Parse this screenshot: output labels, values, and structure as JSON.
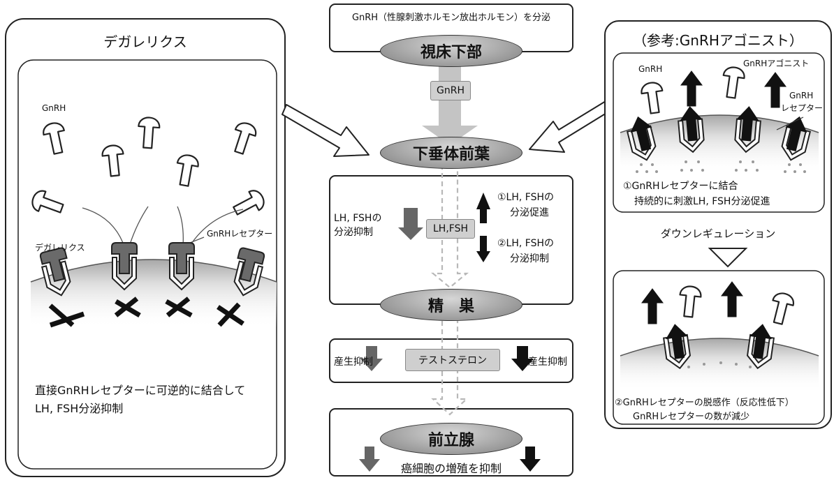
{
  "left_panel": {
    "title": "デガレリクス",
    "gnrh_label": "GnRH",
    "degarelix_label": "デガレリクス",
    "receptor_label": "GnRHレセプター",
    "caption_line1": "直接GnRHレセプターに可逆的に結合して",
    "caption_line2": "LH, FSH分泌抑制"
  },
  "center": {
    "top_note": "GnRH（性腺刺激ホルモン放出ホルモン）を分泌",
    "hypothalamus": "視床下部",
    "gnrh_box": "GnRH",
    "pituitary": "下垂体前葉",
    "lh_fsh_left_line1": "LH, FSHの",
    "lh_fsh_left_line2": "分泌抑制",
    "lh_fsh_box": "LH,FSH",
    "step1_line1": "①LH, FSHの",
    "step1_line2": "分泌促進",
    "step2_line1": "②LH, FSHの",
    "step2_line2": "分泌抑制",
    "testis": "精　巣",
    "prod_left": "産生抑制",
    "testosterone": "テストステロン",
    "prod_right": "産生抑制",
    "prostate": "前立腺",
    "cancer_note": "癌細胞の増殖を抑制"
  },
  "right_panel": {
    "title": "（参考:GnRHアゴニスト）",
    "gnrh_label": "GnRH",
    "agonist_label": "GnRHアゴニスト",
    "receptor_line1": "GnRH",
    "receptor_line2": "レセプター",
    "desc1_line1": "①GnRHレセプターに結合",
    "desc1_line2": "持続的に刺激LH, FSH分泌促進",
    "downreg": "ダウンレギュレーション",
    "desc2_line1": "②GnRHレセプターの脱感作（反応性低下）",
    "desc2_line2": "GnRHレセプターの数が減少"
  }
}
